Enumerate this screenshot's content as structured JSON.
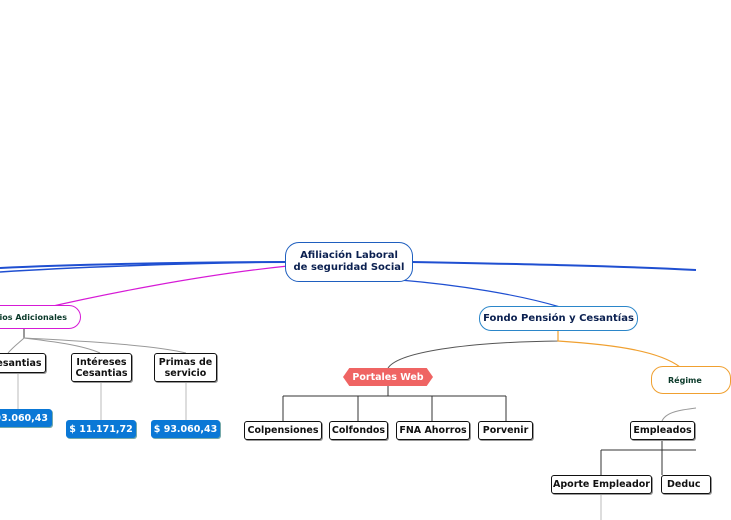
{
  "root": {
    "line1": "Afiliación Laboral",
    "line2": "de seguridad Social"
  },
  "branches": {
    "beneficios": {
      "label": "ficios Adicionales",
      "color": "#d61ad6"
    },
    "fondo": {
      "label": "Fondo Pensión y Cesantías",
      "color": "#2b86c9"
    },
    "regimen": {
      "label": "Régime",
      "color": "#f0a030"
    }
  },
  "beneficios_items": [
    {
      "line1": "esantias",
      "line2": "",
      "value": "93.060,43"
    },
    {
      "line1": "Intéreses",
      "line2": "Cesantias",
      "value": "$ 11.171,72"
    },
    {
      "line1": "Primas de",
      "line2": "servicio",
      "value": "$ 93.060,43"
    }
  ],
  "portales": {
    "label": "Portales Web",
    "color": "#ef6463"
  },
  "portales_items": [
    "Colpensiones",
    "Colfondos",
    "FNA Ahorros",
    "Porvenir"
  ],
  "regimen_items": {
    "empleados": "Empleados",
    "deduc": "Deduc",
    "aporte": "Aporte Empleador"
  },
  "colors": {
    "money": "#0a78d6",
    "link_blue": "#1f4fd1",
    "link_magenta": "#d61ad6",
    "link_orange": "#f0a030"
  }
}
